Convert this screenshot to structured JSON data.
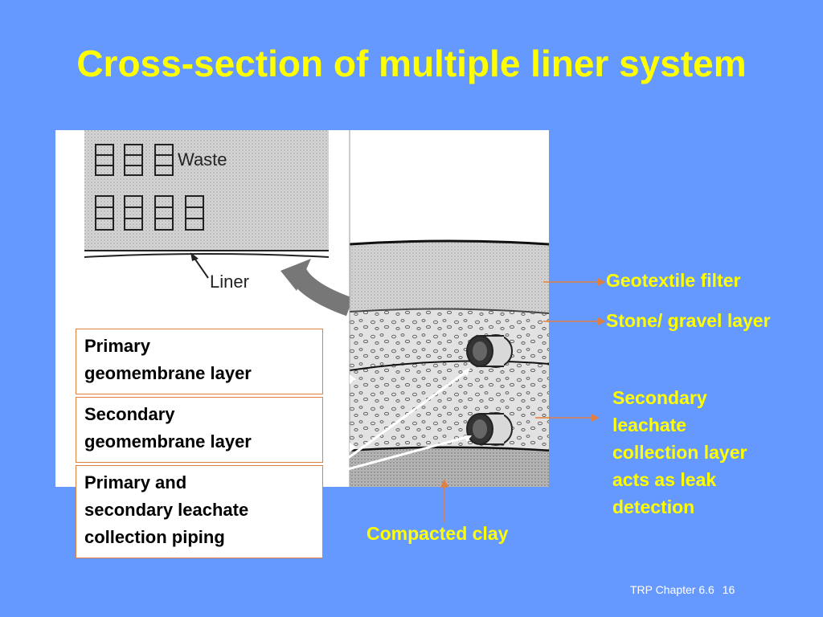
{
  "slide": {
    "title": "Cross-section of multiple liner system",
    "background_color": "#6699ff",
    "title_color": "#ffff00",
    "arrow_color": "#e08040"
  },
  "figure": {
    "labels": {
      "waste": "Waste",
      "liner": "Liner"
    }
  },
  "callouts": {
    "geotextile": "Geotextile filter",
    "stone": "Stone/ gravel layer",
    "secondary_collection": [
      "Secondary",
      "leachate",
      "collection layer",
      "acts as leak",
      "detection"
    ],
    "clay": "Compacted clay"
  },
  "boxes": {
    "primary_geomembrane": [
      "Primary",
      "geomembrane layer"
    ],
    "secondary_geomembrane": [
      "Secondary",
      "geomembrane layer"
    ],
    "piping": [
      "Primary and",
      "secondary leachate",
      "collection piping"
    ]
  },
  "footer": {
    "chapter": "TRP Chapter 6.6",
    "page": "16"
  }
}
